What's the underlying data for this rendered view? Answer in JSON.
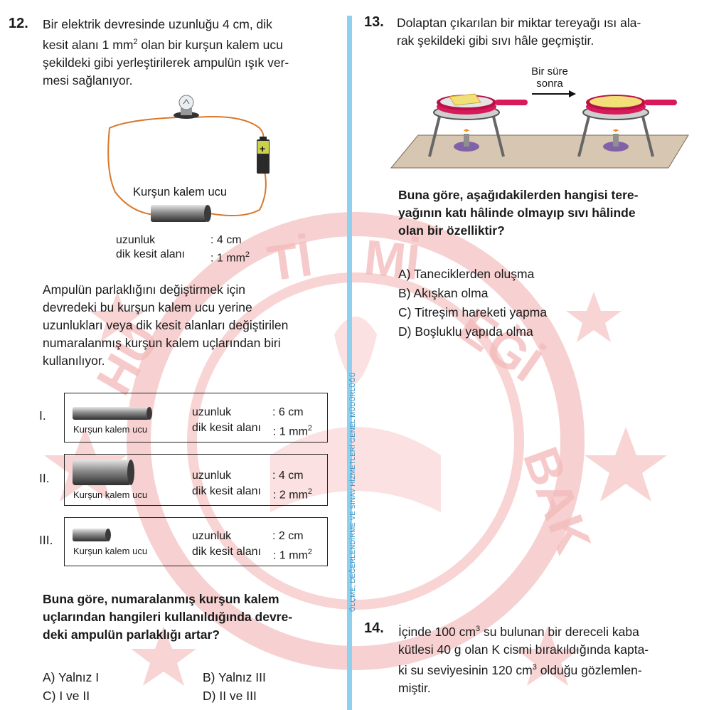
{
  "q12": {
    "number": "12.",
    "intro": [
      "Bir elektrik devresinde uzunluğu 4 cm, dik",
      "kesit alanı 1 mm",
      "2",
      " olan bir kurşun kalem ucu",
      "şekildeki gibi yerleştirilerek ampulün ışık ver-",
      "mesi sağlanıyor."
    ],
    "figure_label": "Kurşun kalem ucu",
    "figure_len_key": "uzunluk",
    "figure_len_val": ": 4 cm",
    "figure_area_key": "dik kesit alanı",
    "figure_area_val": ": 1 mm",
    "sup2": "2",
    "battery_plus": "+",
    "body": [
      "Ampulün parlaklığını değiştirmek için",
      "devredeki bu kurşun kalem ucu yerine",
      "uzunlukları veya dik kesit alanları değiştirilen",
      "numaralanmış kurşun kalem uçlarından biri",
      "kullanılıyor."
    ],
    "items": [
      {
        "roman": "I.",
        "label": "Kurşun kalem ucu",
        "len_key": "uzunluk",
        "len_val": ": 6 cm",
        "area_key": "dik kesit alanı",
        "area_val": ": 1 mm"
      },
      {
        "roman": "II.",
        "label": "Kurşun kalem ucu",
        "len_key": "uzunluk",
        "len_val": ": 4 cm",
        "area_key": "dik kesit alanı",
        "area_val": ": 2 mm"
      },
      {
        "roman": "III.",
        "label": "Kurşun kalem ucu",
        "len_key": "uzunluk",
        "len_val": ": 2 cm",
        "area_key": "dik kesit alanı",
        "area_val": ": 1 mm"
      }
    ],
    "question": [
      "Buna göre, numaralanmış kurşun kalem",
      "uçlarından hangileri kullanıldığında devre-",
      "deki ampulün parlaklığı artar?"
    ],
    "options": {
      "A": "A) Yalnız I",
      "B": "B) Yalnız III",
      "C": "C) I ve II",
      "D": "D) II ve III"
    }
  },
  "q13": {
    "number": "13.",
    "intro": [
      "Dolaptan çıkarılan bir miktar tereyağı ısı ala-",
      "rak şekildeki gibi sıvı hâle geçmiştir."
    ],
    "arrow_label": [
      "Bir süre",
      "sonra"
    ],
    "question": [
      "Buna göre, aşağıdakilerden hangisi tere-",
      "yağının katı hâlinde olmayıp sıvı hâlinde",
      "olan bir özelliktir?"
    ],
    "options": {
      "A": "A) Taneciklerden oluşma",
      "B": "B) Akışkan olma",
      "C": "C) Titreşim hareketi yapma",
      "D": "D) Boşluklu yapıda olma"
    }
  },
  "q14": {
    "number": "14.",
    "line1a": "İçinde 100 cm",
    "sup3": "3",
    "line1b": " su bulunan bir dereceli kaba",
    "line2": "kütlesi 40 g olan K cismi bırakıldığında kapta-",
    "line3a": "ki su seviyesinin 120 cm",
    "line3b": " olduğu gözlemlen-",
    "line4": "miştir."
  },
  "side_text": "ÖLÇME, DEĞERLENDİRME VE SINAV HİZMETLERİ GENEL MÜDÜRLÜĞÜ",
  "colors": {
    "watermark": "#f5c4c4",
    "divider": "#8fd0ee",
    "pan": "#d8195a",
    "butter": "#f3df78"
  }
}
